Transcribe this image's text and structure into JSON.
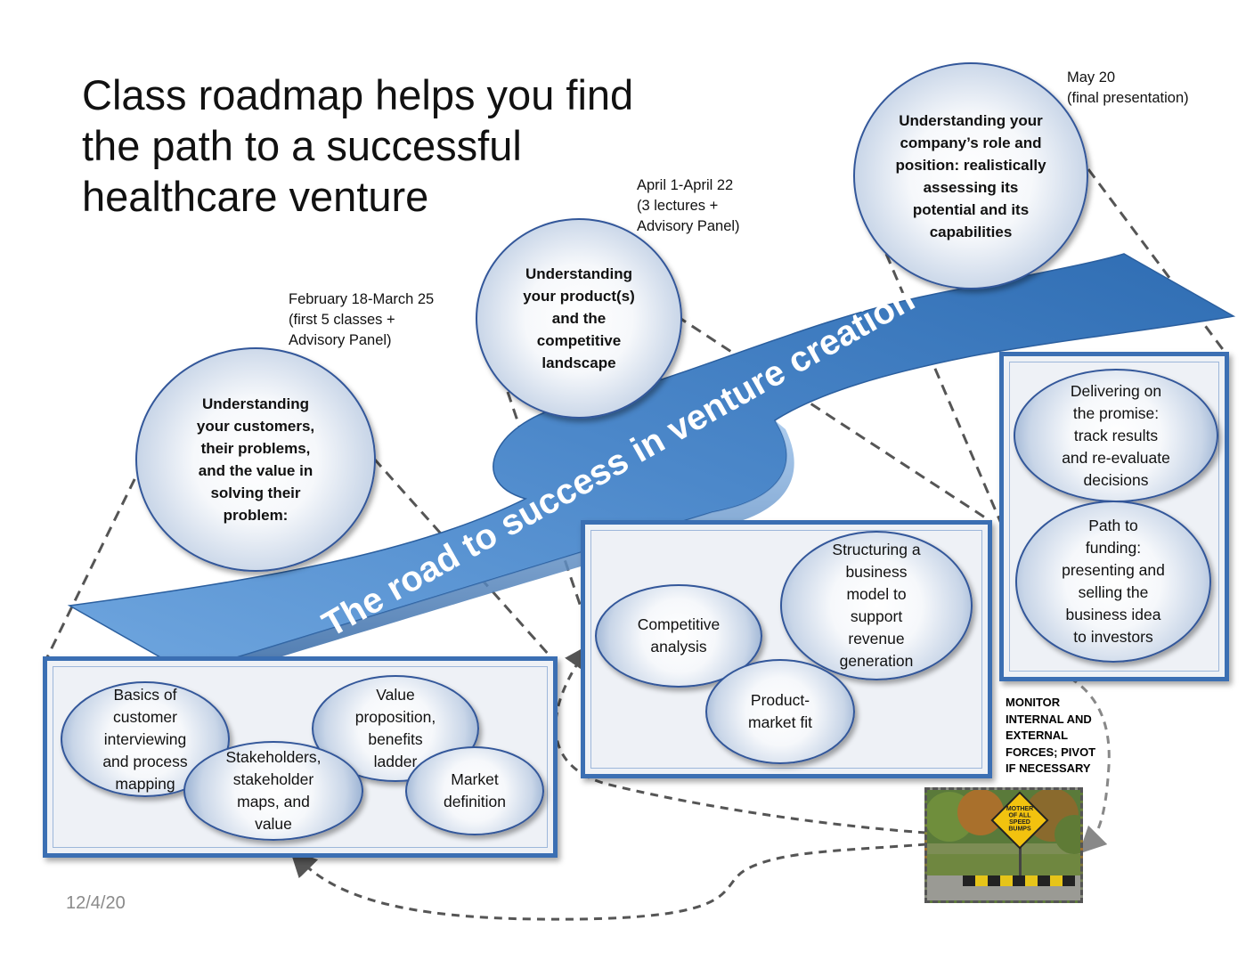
{
  "title": "Class roadmap helps you find\nthe path to a successful\nhealthcare venture",
  "road_label": "The road to success in venture creation",
  "stages": [
    {
      "date_note": "February 18-March 25\n(first 5 classes +\nAdvisory Panel)",
      "heading": "Understanding\nyour customers,\ntheir problems,\nand the value in\nsolving their\nproblem:",
      "topics": [
        "Basics of\ncustomer\ninterviewing\nand process\nmapping",
        "Stakeholders,\nstakeholder\nmaps, and\nvalue",
        "Value\nproposition,\nbenefits\nladder",
        "Market\ndefinition"
      ]
    },
    {
      "date_note": "April 1-April 22\n(3 lectures +\nAdvisory Panel)",
      "heading": "Understanding\nyour product(s)\nand the\ncompetitive\nlandscape",
      "topics": [
        "Competitive\nanalysis",
        "Structuring a\nbusiness\nmodel to\nsupport\nrevenue\ngeneration",
        "Product-\nmarket fit"
      ]
    },
    {
      "date_note": "May 20\n(final presentation)",
      "heading": "Understanding your\ncompany’s role and\nposition: realistically\nassessing its\npotential  and its\ncapabilities",
      "topics": [
        "Delivering on\nthe promise:\ntrack results\nand re-evaluate\ndecisions",
        "Path to\nfunding:\npresenting and\nselling the\nbusiness idea\nto investors"
      ]
    }
  ],
  "monitor_note": "MONITOR\nINTERNAL AND\nEXTERNAL\nFORCES; PIVOT\nIF NECESSARY",
  "sign_text": "MOTHER\nOF ALL\nSPEED\nBUMPS",
  "footer_date": "12/4/20",
  "colors": {
    "road": "#4a86c8",
    "circle_border": "#33579a",
    "panel_border": "#3b6fb3"
  }
}
